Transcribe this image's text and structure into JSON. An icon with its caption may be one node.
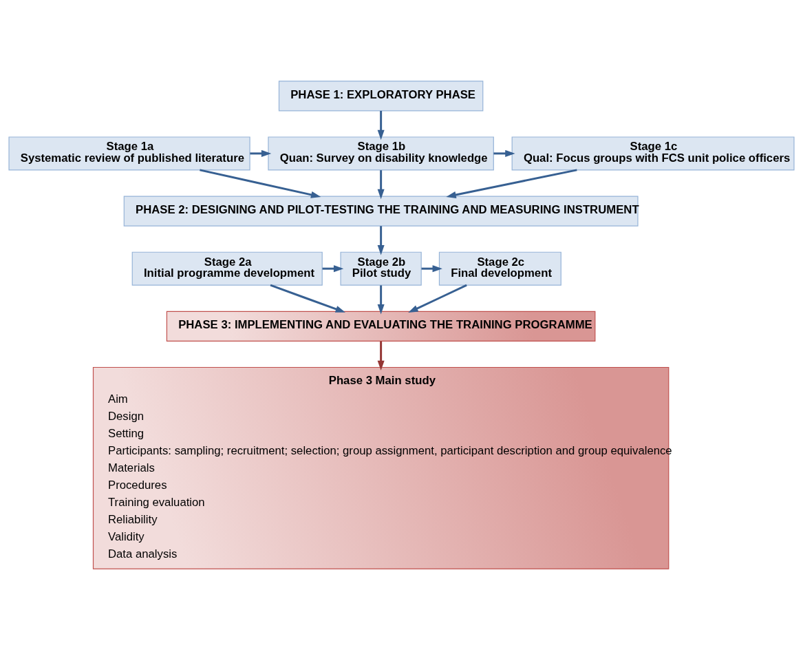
{
  "diagram": {
    "nodes": [
      {
        "text": [
          "PHASE 1: EXPLORATORY PHASE"
        ]
      },
      {
        "text": [
          "Stage 1a",
          "Systematic review of published literature"
        ]
      },
      {
        "text": [
          "Stage 1b",
          "Quan: Survey on disability knowledge"
        ]
      },
      {
        "text": [
          "Stage 1c",
          "Qual: Focus groups with FCS unit police officers"
        ]
      },
      {
        "text": [
          "PHASE 2: DESIGNING AND PILOT-TESTING THE TRAINING AND MEASURING INSTRUMENT"
        ]
      },
      {
        "text": [
          "Stage 2a",
          "Initial programme development"
        ]
      },
      {
        "text": [
          "Stage 2b",
          "Pilot study"
        ]
      },
      {
        "text": [
          "Stage 2c",
          "Final development"
        ]
      },
      {
        "text": [
          "PHASE 3: IMPLEMENTING AND EVALUATING THE TRAINING PROGRAMME"
        ]
      },
      {
        "text": [
          "Phase 3 Main study",
          "Aim",
          "Design",
          "Setting",
          "Participants: sampling; recruitment; selection; group assignment, participant description and group equivalence",
          "Materials",
          "Procedures",
          "Training evaluation",
          "Reliability",
          "Validity",
          "Data analysis"
        ]
      }
    ],
    "edges": [
      {
        "from": 0,
        "to": 2,
        "arrow": "to"
      },
      {
        "from": 1,
        "to": 2,
        "arrow": "to"
      },
      {
        "from": 2,
        "to": 3,
        "arrow": "to"
      },
      {
        "from": 1,
        "to": 4,
        "arrow": "to"
      },
      {
        "from": 2,
        "to": 4,
        "arrow": "to"
      },
      {
        "from": 3,
        "to": 4,
        "arrow": "to"
      },
      {
        "from": 4,
        "to": 6,
        "arrow": "to"
      },
      {
        "from": 5,
        "to": 6,
        "arrow": "to"
      },
      {
        "from": 6,
        "to": 7,
        "arrow": "to"
      },
      {
        "from": 5,
        "to": 8,
        "arrow": "to"
      },
      {
        "from": 6,
        "to": 8,
        "arrow": "to"
      },
      {
        "from": 7,
        "to": 8,
        "arrow": "to"
      },
      {
        "from": 8,
        "to": 9,
        "arrow": "to",
        "color": "#943634"
      }
    ]
  }
}
